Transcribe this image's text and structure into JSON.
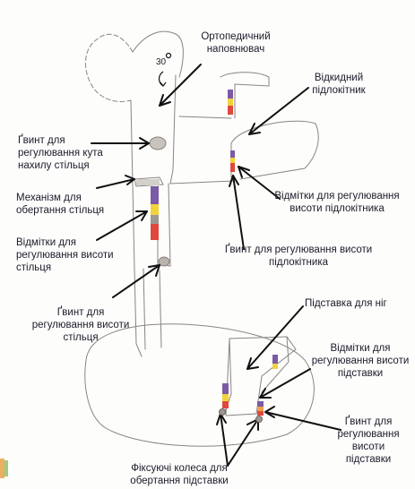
{
  "labels": {
    "ortho_filler": "Ортопедичний наповнювач",
    "folding_armrest": "Відкидний підлокітник",
    "tilt_screw": "Ґвинт для регулювання кута нахилу стільця",
    "rotation_mechanism": "Механізм для обертання стільця",
    "armrest_marks": "Відмітки для регулювання висоти підлокітника",
    "seat_height_marks": "Відмітки для регулювання висоти стільця",
    "armrest_screw": "Ґвинт для регулювання висоти підлокітника",
    "seat_height_screw": "Ґвинт для регулювання висоти стільця",
    "footrest": "Підставка для ніг",
    "footrest_marks": "Відмітки для регулювання висоти підставки",
    "footrest_screw": "Ґвинт для регулювання висоти підставки",
    "footrest_wheels": "Фіксуючі колеса для обертання підставки"
  },
  "angle_text": "30",
  "colors": {
    "pencil": "#8a8580",
    "arrow": "#111111",
    "purple": "#7b5aa6",
    "yellow": "#f2d23a",
    "red": "#e0483d",
    "orange": "#f0a04a",
    "gray": "#9d9892"
  }
}
